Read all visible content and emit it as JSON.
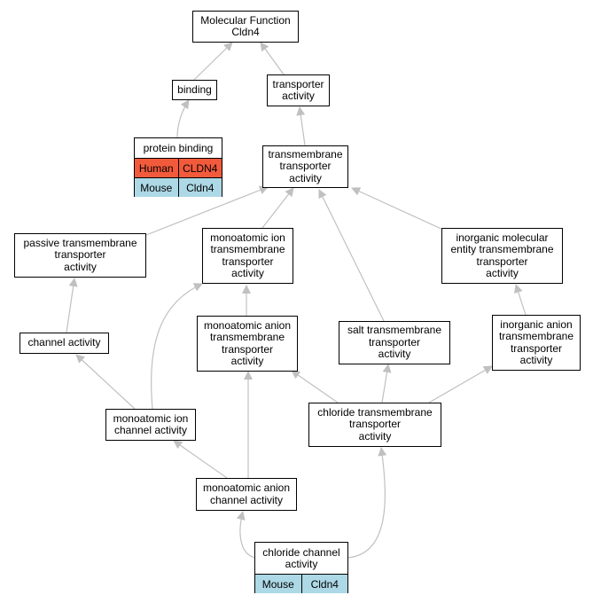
{
  "colors": {
    "edge": "#c0c0c0",
    "human": "#f25a3c",
    "mouse": "#add8e6"
  },
  "nodes": {
    "root": "Molecular Function\nCldn4",
    "binding": "binding",
    "transporter": "transporter\nactivity",
    "protein_binding": "protein binding",
    "tm_transporter": "transmembrane\ntransporter\nactivity",
    "passive_tm": "passive transmembrane\ntransporter\nactivity",
    "monoatomic_ion_tm": "monoatomic ion\ntransmembrane\ntransporter\nactivity",
    "inorganic_mol": "inorganic molecular\nentity transmembrane\ntransporter\nactivity",
    "channel": "channel activity",
    "monoatomic_anion_tm": "monoatomic anion\ntransmembrane\ntransporter\nactivity",
    "salt_tm": "salt transmembrane\ntransporter\nactivity",
    "inorganic_anion_tm": "inorganic anion\ntransmembrane\ntransporter\nactivity",
    "monoatomic_ion_channel": "monoatomic ion\nchannel activity",
    "chloride_tm": "chloride transmembrane\ntransporter\nactivity",
    "monoatomic_anion_channel": "monoatomic anion\nchannel activity",
    "chloride_channel": "chloride channel\nactivity"
  },
  "annotations": {
    "protein_binding": [
      {
        "species": "Human",
        "gene": "CLDN4"
      },
      {
        "species": "Mouse",
        "gene": "Cldn4"
      }
    ],
    "chloride_channel": [
      {
        "species": "Mouse",
        "gene": "Cldn4"
      }
    ]
  }
}
